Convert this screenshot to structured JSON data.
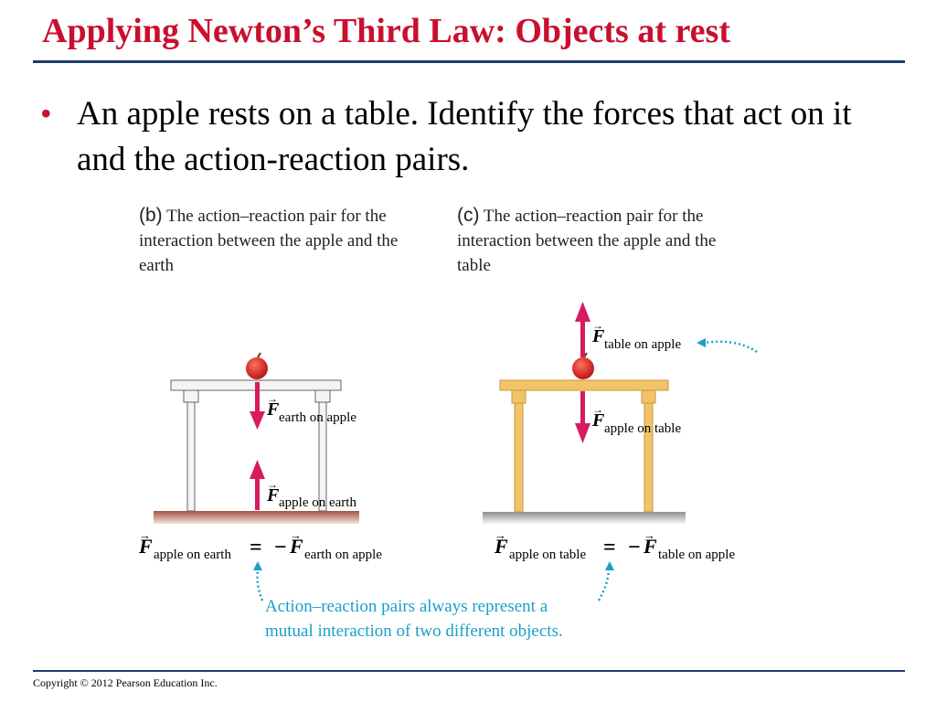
{
  "slide": {
    "title": "Applying Newton’s Third Law: Objects at rest",
    "bullet_marker": "•",
    "bullet": "An apple rests on a table. Identify the forces that act on it and the action-reaction pairs.",
    "copyright": "Copyright © 2012 Pearson Education Inc."
  },
  "figure": {
    "panel_b": {
      "label": "(b)",
      "caption": "The action–reaction pair for the interaction between the apple and the earth",
      "force_top_sub": "earth on apple",
      "force_bottom_sub": "apple on earth",
      "equation_left_sub": "apple on earth",
      "equation_right_sub": "earth on apple"
    },
    "panel_c": {
      "label": "(c)",
      "caption": "The action–reaction pair for the interaction between the apple and the table",
      "force_up_sub": "table on apple",
      "force_down_sub": "apple on table",
      "equation_left_sub": "apple on table",
      "equation_right_sub": "table on apple"
    },
    "force_symbol": "F",
    "equals": "=",
    "minus": "−",
    "note_line1": "Action–reaction pairs always represent a",
    "note_line2": "mutual interaction of two different objects.",
    "colors": {
      "title": "#c8102e",
      "arrow": "#d81b60",
      "note": "#1aa0c8",
      "table_b": "#f4f4f4",
      "table_c": "#f2c46a",
      "earth": "#b86a57"
    }
  }
}
